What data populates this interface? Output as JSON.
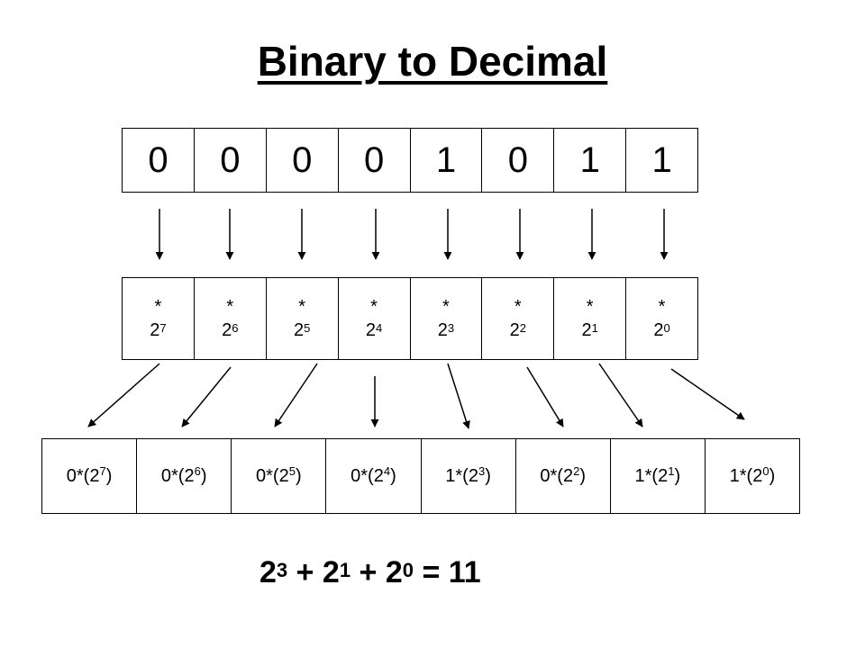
{
  "title": "Binary to Decimal",
  "bits": [
    "0",
    "0",
    "0",
    "0",
    "1",
    "0",
    "1",
    "1"
  ],
  "weights": [
    {
      "star": "*",
      "base": "2",
      "exp": "7"
    },
    {
      "star": "*",
      "base": "2",
      "exp": "6"
    },
    {
      "star": "*",
      "base": "2",
      "exp": "5"
    },
    {
      "star": "*",
      "base": "2",
      "exp": "4"
    },
    {
      "star": "*",
      "base": "2",
      "exp": "3"
    },
    {
      "star": "*",
      "base": "2",
      "exp": "2"
    },
    {
      "star": "*",
      "base": "2",
      "exp": "1"
    },
    {
      "star": "*",
      "base": "2",
      "exp": "0"
    }
  ],
  "products": [
    {
      "prefix": "0*(2",
      "exp": "7",
      "suffix": ")"
    },
    {
      "prefix": "0*(2",
      "exp": "6",
      "suffix": ")"
    },
    {
      "prefix": "0*(2",
      "exp": "5",
      "suffix": ")"
    },
    {
      "prefix": "0*(2",
      "exp": "4",
      "suffix": ")"
    },
    {
      "prefix": "1*(2",
      "exp": "3",
      "suffix": ")"
    },
    {
      "prefix": "0*(2",
      "exp": "2",
      "suffix": ")"
    },
    {
      "prefix": "1*(2",
      "exp": "1",
      "suffix": ")"
    },
    {
      "prefix": "1*(2",
      "exp": "0",
      "suffix": ")"
    }
  ],
  "result": {
    "terms": [
      {
        "base": "2",
        "exp": "3",
        "op": " + "
      },
      {
        "base": "2",
        "exp": "1",
        "op": " + "
      },
      {
        "base": "2",
        "exp": "0",
        "op": ""
      }
    ],
    "equals": " = ",
    "value": "11"
  }
}
